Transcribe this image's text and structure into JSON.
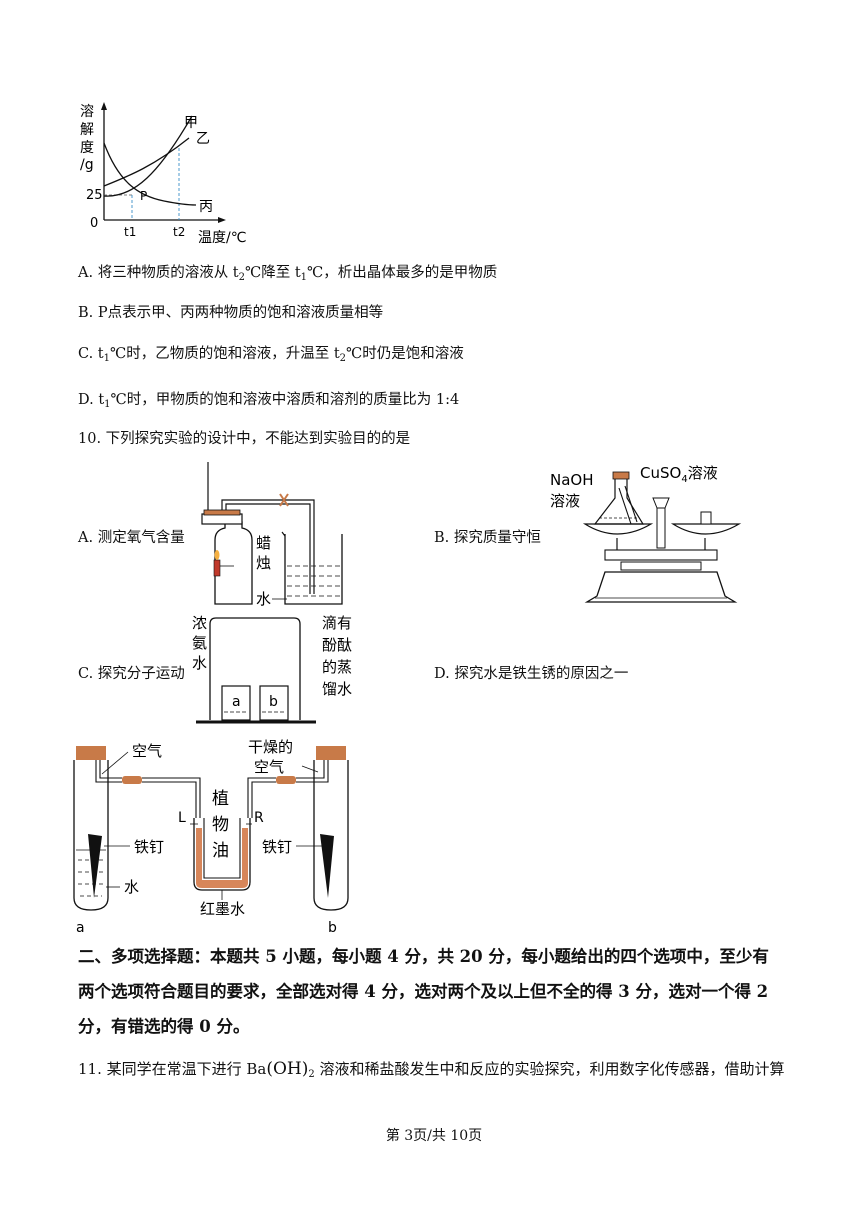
{
  "graph": {
    "y_label": [
      "溶",
      "解",
      "度",
      "/g"
    ],
    "y_tick": "25",
    "origin": "0",
    "x_label": "温度/℃",
    "x_ticks": [
      "t1",
      "t2"
    ],
    "curves": [
      "甲",
      "乙",
      "丙"
    ],
    "point": "P"
  },
  "q9": {
    "options": [
      {
        "pre": "A. 将三种物质的溶液从 t",
        "s1": "2",
        "mid": "℃降至 t",
        "s2": "1",
        "post": "℃，析出晶体最多的是甲物质"
      },
      {
        "text": "B. P点表示甲、丙两种物质的饱和溶液质量相等"
      },
      {
        "pre": "C.  t",
        "s1": "1",
        "mid": "℃时，乙物质的饱和溶液，升温至 t",
        "s2": "2",
        "post": "℃时仍是饱和溶液"
      },
      {
        "pre": "D.  t",
        "s1": "1",
        "post": "℃时，甲物质的饱和溶液中溶质和溶剂的质量比为 1:4"
      }
    ]
  },
  "q10": {
    "stem": "10. 下列探究实验的设计中，不能达到实验目的的是",
    "A": "A. 测定氧气含量",
    "B": "B. 探究质量守恒",
    "C": "C. 探究分子运动",
    "D": "D. 探究水是铁生锈的原因之一",
    "figA": {
      "candle": [
        "蜡",
        "烛"
      ],
      "water": "水"
    },
    "figB": {
      "naoh": [
        "NaOH",
        "溶液"
      ],
      "cuso4": "CuSO",
      "cuso4_sub": "4",
      "cuso4_post": "溶液"
    },
    "figC": {
      "left": [
        "浓",
        "氨",
        "水"
      ],
      "right": [
        "滴有",
        "酚酞",
        "的蒸",
        "馏水"
      ],
      "a": "a",
      "b": "b"
    },
    "figD": {
      "air": "空气",
      "dry_air": [
        "干燥的",
        "空气"
      ],
      "oil": [
        "植",
        "物",
        "油"
      ],
      "L": "L",
      "R": "R",
      "nail_left": "铁钉",
      "nail_right": "铁钉",
      "water": "水",
      "ink": "红墨水",
      "a": "a",
      "b": "b"
    }
  },
  "section2": {
    "line1": "二、多项选择题：本题共 5 小题，每小题 4 分，共 20 分，每小题给出的四个选项中，至少有",
    "line2": "两个选项符合题目的要求，全部选对得 4 分，选对两个及以上但不全的得 3 分，选对一个得 2",
    "line3": "分，有错选的得 0 分。"
  },
  "q11": {
    "pre": "11. 某同学在常温下进行 Ba",
    "formula": "(OH)",
    "sub": "2",
    "post": " 溶液和稀盐酸发生中和反应的实验探究，利用数字化传感器，借助计算"
  },
  "footer": "第 3页/共 10页",
  "colors": {
    "stopper": "#c87a48",
    "ink": "#d7865a"
  }
}
